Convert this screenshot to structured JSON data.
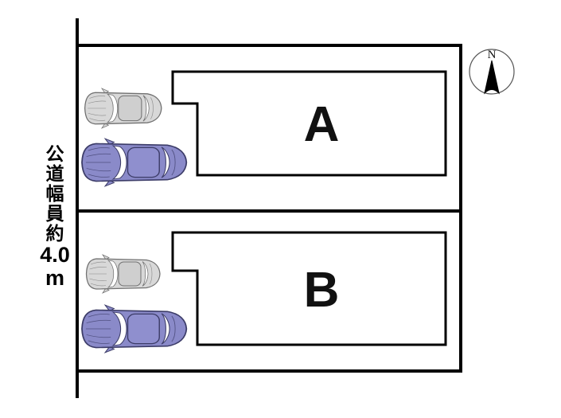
{
  "road_label": {
    "vertical_chars": [
      "公",
      "道",
      "幅",
      "員",
      "約"
    ],
    "value": "4.0",
    "unit": "m",
    "full_text": "公道幅員約4.0m"
  },
  "lots": {
    "a": {
      "label": "A"
    },
    "b": {
      "label": "B"
    }
  },
  "compass": {
    "label": "N",
    "icon": "north-arrow-icon"
  },
  "cars": [
    {
      "section": "A",
      "row": 1,
      "type": "compact-car-top-view",
      "color_name": "gray",
      "body_color": "#d8d8d8"
    },
    {
      "section": "A",
      "row": 2,
      "type": "sedan-top-view",
      "color_name": "blue",
      "body_color": "#8a8ac9"
    },
    {
      "section": "B",
      "row": 1,
      "type": "compact-car-top-view",
      "color_name": "gray",
      "body_color": "#d8d8d8"
    },
    {
      "section": "B",
      "row": 2,
      "type": "sedan-top-view",
      "color_name": "blue",
      "body_color": "#8a8ac9"
    }
  ],
  "colors": {
    "background": "#ffffff",
    "line": "#000000",
    "car_gray_body": "#d8d8d8",
    "car_gray_outline": "#707070",
    "car_blue_body": "#8a8ac9",
    "car_blue_outline": "#3c3c68",
    "compass_stroke": "#555555"
  }
}
